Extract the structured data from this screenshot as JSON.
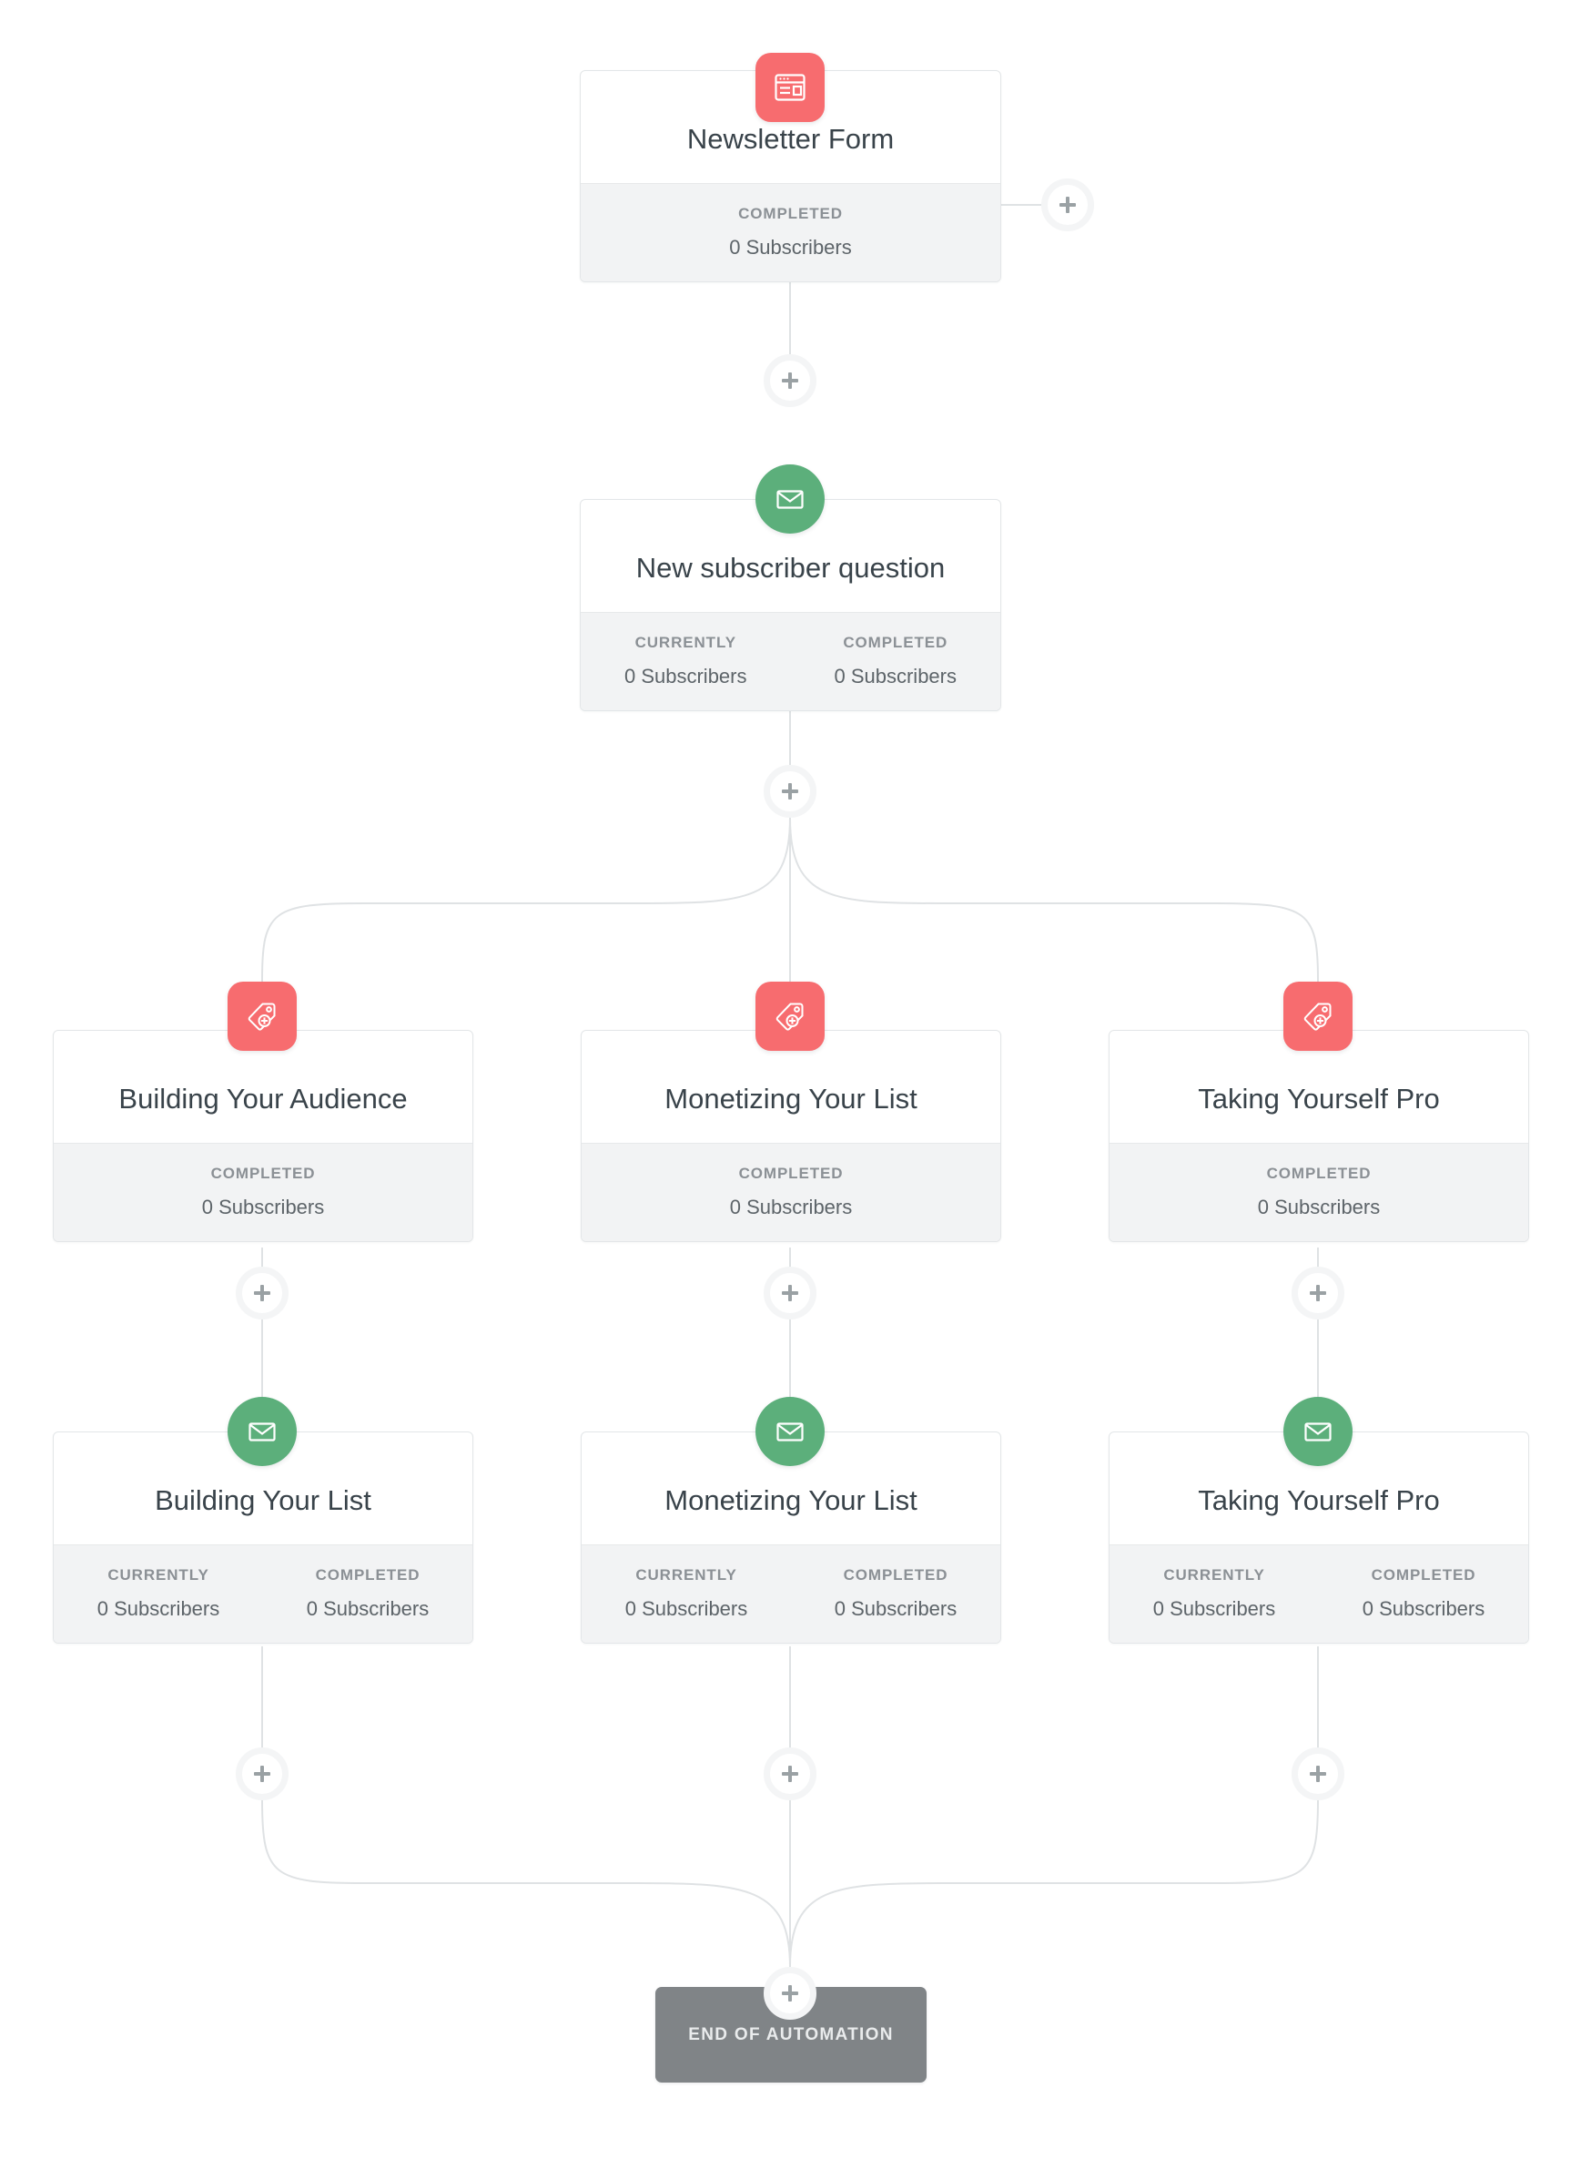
{
  "canvas": {
    "background": "#ffffff",
    "accent_red": "#f76c6f",
    "accent_green": "#5caf7b",
    "end_gray": "#808487",
    "line_color": "#dfe2e4"
  },
  "labels": {
    "completed": "COMPLETED",
    "currently": "CURRENTLY",
    "add_step": "+"
  },
  "nodes": [
    {
      "id": "newsletter-form",
      "title": "Newsletter Form",
      "icon": "form-icon",
      "icon_shape": "square",
      "icon_color": "#f76c6f",
      "stats": [
        {
          "label": "COMPLETED",
          "value": "0 Subscribers"
        }
      ]
    },
    {
      "id": "new-subscriber-question",
      "title": "New subscriber question",
      "icon": "email-icon",
      "icon_shape": "circle",
      "icon_color": "#5caf7b",
      "stats": [
        {
          "label": "CURRENTLY",
          "value": "0 Subscribers"
        },
        {
          "label": "COMPLETED",
          "value": "0 Subscribers"
        }
      ]
    },
    {
      "id": "tag-building-your-audience",
      "title": "Building Your Audience",
      "icon": "tag-add-icon",
      "icon_shape": "square",
      "icon_color": "#f76c6f",
      "stats": [
        {
          "label": "COMPLETED",
          "value": "0 Subscribers"
        }
      ]
    },
    {
      "id": "tag-monetizing-your-list",
      "title": "Monetizing Your List",
      "icon": "tag-add-icon",
      "icon_shape": "square",
      "icon_color": "#f76c6f",
      "stats": [
        {
          "label": "COMPLETED",
          "value": "0 Subscribers"
        }
      ]
    },
    {
      "id": "tag-taking-yourself-pro",
      "title": "Taking Yourself Pro",
      "icon": "tag-add-icon",
      "icon_shape": "square",
      "icon_color": "#f76c6f",
      "stats": [
        {
          "label": "COMPLETED",
          "value": "0 Subscribers"
        }
      ]
    },
    {
      "id": "email-building-your-list",
      "title": "Building Your List",
      "icon": "email-icon",
      "icon_shape": "circle",
      "icon_color": "#5caf7b",
      "stats": [
        {
          "label": "CURRENTLY",
          "value": "0 Subscribers"
        },
        {
          "label": "COMPLETED",
          "value": "0 Subscribers"
        }
      ]
    },
    {
      "id": "email-monetizing-your-list",
      "title": "Monetizing Your List",
      "icon": "email-icon",
      "icon_shape": "circle",
      "icon_color": "#5caf7b",
      "stats": [
        {
          "label": "CURRENTLY",
          "value": "0 Subscribers"
        },
        {
          "label": "COMPLETED",
          "value": "0 Subscribers"
        }
      ]
    },
    {
      "id": "email-taking-yourself-pro",
      "title": "Taking Yourself Pro",
      "icon": "email-icon",
      "icon_shape": "circle",
      "icon_color": "#5caf7b",
      "stats": [
        {
          "label": "CURRENTLY",
          "value": "0 Subscribers"
        },
        {
          "label": "COMPLETED",
          "value": "0 Subscribers"
        }
      ]
    }
  ],
  "end_node": {
    "label": "END OF AUTOMATION"
  }
}
